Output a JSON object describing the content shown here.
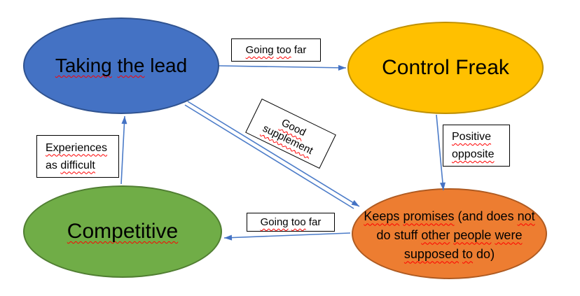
{
  "diagram": {
    "type": "concept-map",
    "background": "#FFFFFF"
  },
  "colors": {
    "blue_fill": "#4472C4",
    "blue_border": "#2F528F",
    "yellow_fill": "#FFC000",
    "yellow_border": "#BF9000",
    "green_fill": "#70AD47",
    "green_border": "#507E32",
    "orange_fill": "#ED7D31",
    "orange_border": "#AE5A21",
    "connector": "#4472C4",
    "squiggle": "#FF0000",
    "label_box_border": "#000000",
    "label_box_fill": "#FFFFFF"
  },
  "nodes": [
    {
      "id": "taking-the-lead",
      "shape": "ellipse",
      "color": "blue",
      "words": [
        "Taking",
        "the",
        "lead"
      ],
      "misspelled_words": [
        "Taking",
        "the"
      ]
    },
    {
      "id": "control-freak",
      "shape": "ellipse",
      "color": "yellow",
      "words": [
        "Control",
        "Freak"
      ],
      "misspelled_words": []
    },
    {
      "id": "competitive",
      "shape": "ellipse",
      "color": "green",
      "words": [
        "Competitive"
      ],
      "misspelled_words": [
        "Competitive"
      ]
    },
    {
      "id": "keeps-promises",
      "shape": "ellipse",
      "color": "orange",
      "lines": [
        [
          "Keeps",
          "promises",
          "(and",
          "does",
          "not"
        ],
        [
          "do",
          "stuff",
          "other",
          "people",
          "were"
        ],
        [
          "supposed",
          "to",
          "do)"
        ]
      ],
      "misspelled_words": [
        "Keeps",
        "promises",
        "not",
        "other",
        "people",
        "were",
        "supposed",
        "to"
      ]
    }
  ],
  "edges": [
    {
      "from": "taking-the-lead",
      "to": "control-freak",
      "label_words": [
        "Going",
        "too",
        "far"
      ],
      "misspelled_words": [
        "Going",
        "too"
      ]
    },
    {
      "from": "taking-the-lead",
      "to": "keeps-promises",
      "label_words": [
        "Good",
        "supplement"
      ],
      "misspelled_words": [
        "Good",
        "supplement"
      ],
      "label_rotation_deg": 26,
      "double_line": true
    },
    {
      "from": "control-freak",
      "to": "keeps-promises",
      "label_lines": [
        [
          "Positive"
        ],
        [
          "opposite"
        ]
      ],
      "misspelled_words": [
        "Positive",
        "opposite"
      ]
    },
    {
      "from": "keeps-promises",
      "to": "competitive",
      "label_words": [
        "Going",
        "too",
        "far"
      ],
      "misspelled_words": [
        "Going",
        "too"
      ]
    },
    {
      "from": "competitive",
      "to": "taking-the-lead",
      "label_lines": [
        [
          "Experiences"
        ],
        [
          "as",
          "difficult"
        ]
      ],
      "misspelled_words": [
        "Experiences",
        "difficult"
      ]
    }
  ]
}
